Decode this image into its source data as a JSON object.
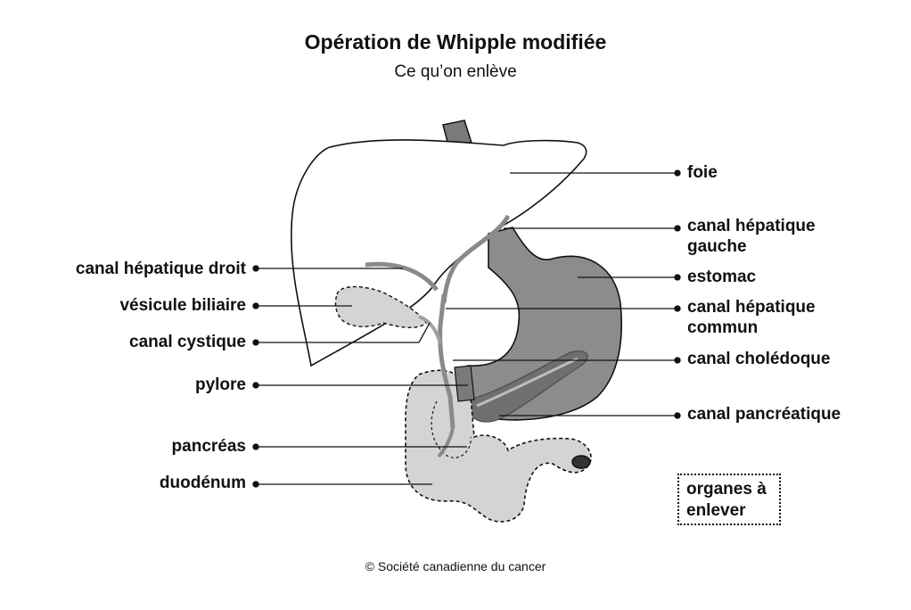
{
  "title": "Opération de Whipple modifiée",
  "subtitle": "Ce qu’on enlève",
  "labels_left": [
    {
      "id": "canal-hepatique-droit",
      "text": "canal hépatique droit"
    },
    {
      "id": "vesicule-biliaire",
      "text": "vésicule biliaire"
    },
    {
      "id": "canal-cystique",
      "text": "canal cystique"
    },
    {
      "id": "pylore",
      "text": "pylore"
    },
    {
      "id": "pancreas",
      "text": "pancréas"
    },
    {
      "id": "duodenum",
      "text": "duodénum"
    }
  ],
  "labels_right": [
    {
      "id": "foie",
      "text": "foie"
    },
    {
      "id": "canal-hepatique-gauche",
      "line1": "canal hépatique",
      "line2": "gauche"
    },
    {
      "id": "estomac",
      "text": "estomac"
    },
    {
      "id": "canal-hepatique-commun",
      "line1": "canal hépatique",
      "line2": "commun"
    },
    {
      "id": "canal-choledoque",
      "text": "canal cholédoque"
    },
    {
      "id": "canal-pancreatique",
      "text": "canal pancréatique"
    }
  ],
  "legend": {
    "line1": "organes à",
    "line2": "enlever"
  },
  "copyright": "© Société canadienne du cancer",
  "colors": {
    "removed_fill": "#d4d4d4",
    "stomach_fill": "#8c8c8c",
    "duct_dark": "#7a7a7a",
    "duct_light": "#c8c8c8",
    "outline": "#111111"
  }
}
